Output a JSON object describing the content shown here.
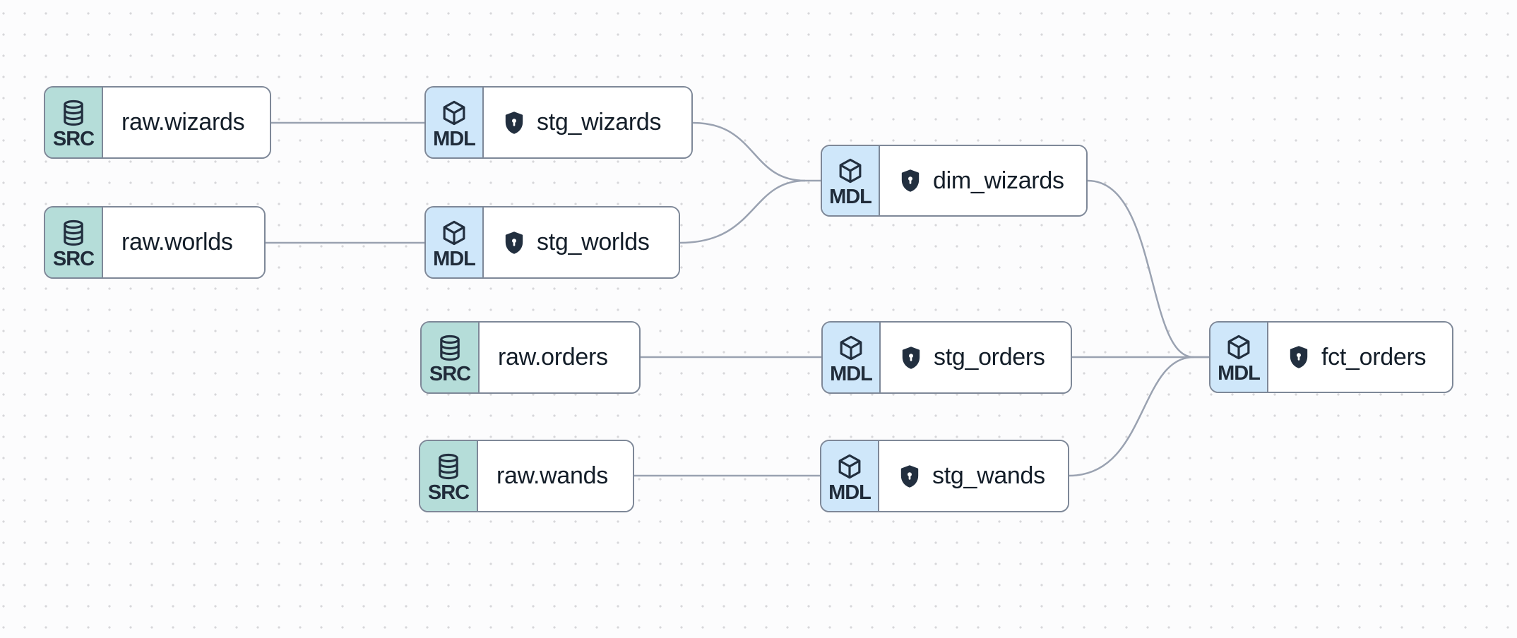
{
  "canvas": {
    "kind": "data-lineage-graph",
    "background": "dot-grid"
  },
  "colors": {
    "canvas_bg": "#fcfcfd",
    "dot_grid": "#d7d7da",
    "src_badge_bg": "#b5ddd9",
    "mdl_badge_bg": "#cfe7fa",
    "node_border": "#7e8898",
    "edge": "#9aa2b1",
    "icon_dark": "#222f3f",
    "label_text": "#131d28"
  },
  "nodes": [
    {
      "id": "raw.wizards",
      "type": "SRC",
      "label": "raw.wizards",
      "icon": "database-icon",
      "shield": false
    },
    {
      "id": "stg_wizards",
      "type": "MDL",
      "label": "stg_wizards",
      "icon": "cube-icon",
      "shield": true
    },
    {
      "id": "raw.worlds",
      "type": "SRC",
      "label": "raw.worlds",
      "icon": "database-icon",
      "shield": false
    },
    {
      "id": "stg_worlds",
      "type": "MDL",
      "label": "stg_worlds",
      "icon": "cube-icon",
      "shield": true
    },
    {
      "id": "dim_wizards",
      "type": "MDL",
      "label": "dim_wizards",
      "icon": "cube-icon",
      "shield": true
    },
    {
      "id": "raw.orders",
      "type": "SRC",
      "label": "raw.orders",
      "icon": "database-icon",
      "shield": false
    },
    {
      "id": "stg_orders",
      "type": "MDL",
      "label": "stg_orders",
      "icon": "cube-icon",
      "shield": true
    },
    {
      "id": "raw.wands",
      "type": "SRC",
      "label": "raw.wands",
      "icon": "database-icon",
      "shield": false
    },
    {
      "id": "stg_wands",
      "type": "MDL",
      "label": "stg_wands",
      "icon": "cube-icon",
      "shield": true
    },
    {
      "id": "fct_orders",
      "type": "MDL",
      "label": "fct_orders",
      "icon": "cube-icon",
      "shield": true
    }
  ],
  "edges": [
    {
      "from": "raw.wizards",
      "to": "stg_wizards"
    },
    {
      "from": "raw.worlds",
      "to": "stg_worlds"
    },
    {
      "from": "stg_wizards",
      "to": "dim_wizards"
    },
    {
      "from": "stg_worlds",
      "to": "dim_wizards"
    },
    {
      "from": "raw.orders",
      "to": "stg_orders"
    },
    {
      "from": "raw.wands",
      "to": "stg_wands"
    },
    {
      "from": "dim_wizards",
      "to": "fct_orders"
    },
    {
      "from": "stg_orders",
      "to": "fct_orders"
    },
    {
      "from": "stg_wands",
      "to": "fct_orders"
    }
  ]
}
